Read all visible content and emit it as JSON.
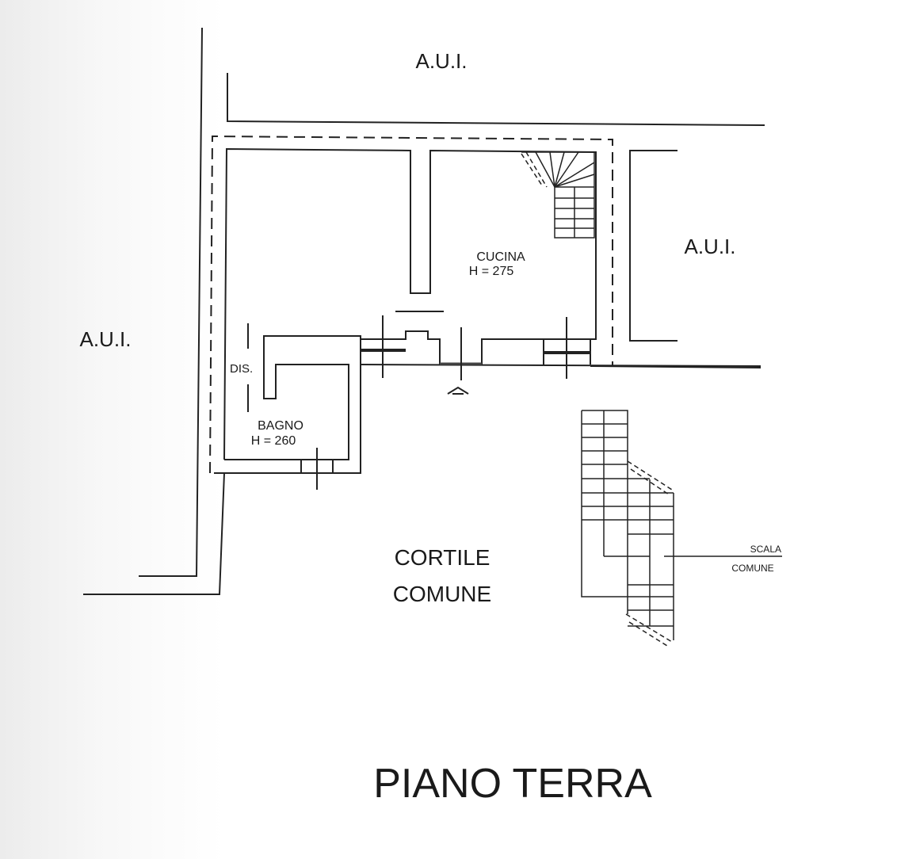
{
  "labels": {
    "aui_top": "A.U.I.",
    "aui_right": "A.U.I.",
    "aui_left": "A.U.I.",
    "cucina": "CUCINA",
    "cucina_h": "H = 275",
    "dis": "DIS.",
    "bagno": "BAGNO",
    "bagno_h": "H = 260",
    "cortile_1": "CORTILE",
    "cortile_2": "COMUNE",
    "scala_1": "SCALA",
    "scala_2": "COMUNE",
    "title": "PIANO TERRA"
  }
}
